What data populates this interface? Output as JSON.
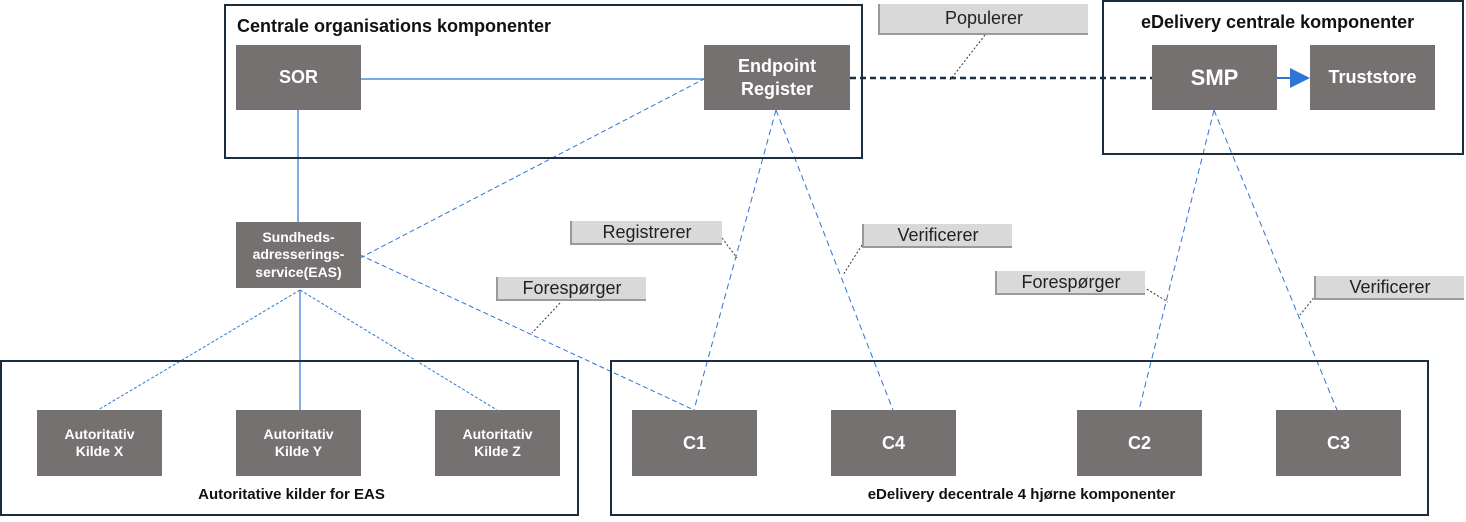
{
  "groups": {
    "central_org": {
      "title": "Centrale organisations komponenter"
    },
    "edelivery_central": {
      "title": "eDelivery centrale komponenter"
    },
    "eas_sources": {
      "caption": "Autoritative kilder for EAS"
    },
    "edelivery_decentral": {
      "caption": "eDelivery decentrale 4 hjørne komponenter"
    }
  },
  "nodes": {
    "sor": "SOR",
    "endpoint_register": "Endpoint\nRegister",
    "smp": "SMP",
    "truststore": "Truststore",
    "eas": "Sundheds-\nadresserings-\nservice(EAS)",
    "kilde_x": "Autoritativ\nKilde X",
    "kilde_y": "Autoritativ\nKilde Y",
    "kilde_z": "Autoritativ\nKilde Z",
    "c1": "C1",
    "c4": "C4",
    "c2": "C2",
    "c3": "C3"
  },
  "labels": {
    "populerer": "Populerer",
    "registrerer": "Registrerer",
    "verificerer_1": "Verificerer",
    "foresporger_1": "Forespørger",
    "foresporger_2": "Forespørger",
    "verificerer_2": "Verificerer"
  },
  "colors": {
    "node_fill": "#767171",
    "frame_border": "#1b2d3e",
    "connector": "#2e75d6",
    "label_fill": "#d9d9d9"
  }
}
